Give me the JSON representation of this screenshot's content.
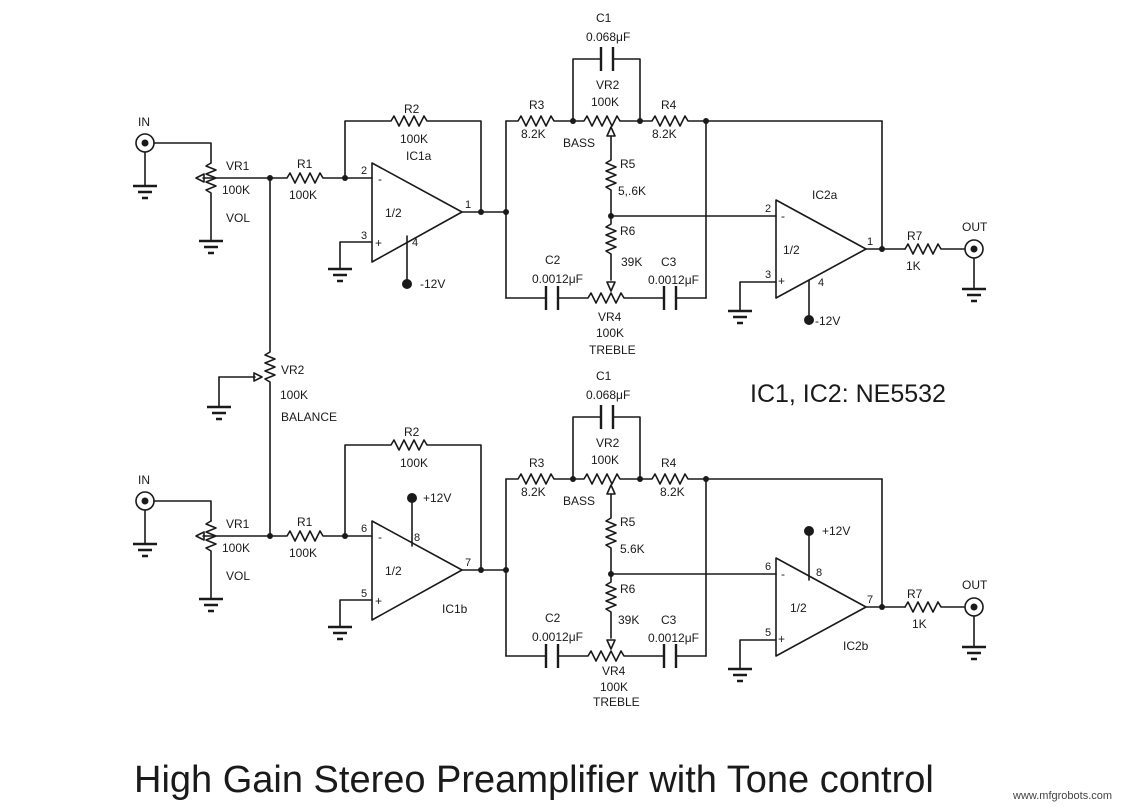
{
  "title": "High Gain Stereo Preamplifier with Tone control",
  "ic_note": "IC1, IC2: NE5532",
  "watermark": "www.mfgrobots.com",
  "channels": [
    {
      "in_label": "IN",
      "out_label": "OUT",
      "vol": {
        "ref": "VR1",
        "value": "100K",
        "name": "VOL"
      },
      "r1": {
        "ref": "R1",
        "value": "100K"
      },
      "r2": {
        "ref": "R2",
        "value": "100K"
      },
      "op1": {
        "ref": "IC1a",
        "half": "1/2",
        "inv_pin": "2",
        "noninv_pin": "3",
        "out_pin": "1",
        "supply_pin": "4",
        "supply": "-12V"
      },
      "r3": {
        "ref": "R3",
        "value": "8.2K"
      },
      "c1": {
        "ref": "C1",
        "value": "0.068μF"
      },
      "bass": {
        "ref": "VR2",
        "value": "100K",
        "name": "BASS"
      },
      "r4": {
        "ref": "R4",
        "value": "8.2K"
      },
      "r5": {
        "ref": "R5",
        "value": "5,.6K"
      },
      "r6": {
        "ref": "R6",
        "value": "39K"
      },
      "c2": {
        "ref": "C2",
        "value": "0.0012μF"
      },
      "c3": {
        "ref": "C3",
        "value": "0.0012μF"
      },
      "treble": {
        "ref": "VR4",
        "value": "100K",
        "name": "TREBLE"
      },
      "op2": {
        "ref": "IC2a",
        "half": "1/2",
        "inv_pin": "2",
        "noninv_pin": "3",
        "out_pin": "1",
        "supply_pin": "4",
        "supply": "-12V"
      },
      "r7": {
        "ref": "R7",
        "value": "1K"
      }
    },
    {
      "in_label": "IN",
      "out_label": "OUT",
      "vol": {
        "ref": "VR1",
        "value": "100K",
        "name": "VOL"
      },
      "r1": {
        "ref": "R1",
        "value": "100K"
      },
      "r2": {
        "ref": "R2",
        "value": "100K"
      },
      "op1": {
        "ref": "IC1b",
        "half": "1/2",
        "inv_pin": "6",
        "noninv_pin": "5",
        "out_pin": "7",
        "supply_pin": "8",
        "supply": "+12V"
      },
      "r3": {
        "ref": "R3",
        "value": "8.2K"
      },
      "c1": {
        "ref": "C1",
        "value": "0.068μF"
      },
      "bass": {
        "ref": "VR2",
        "value": "100K",
        "name": "BASS"
      },
      "r4": {
        "ref": "R4",
        "value": "8.2K"
      },
      "r5": {
        "ref": "R5",
        "value": "5.6K"
      },
      "r6": {
        "ref": "R6",
        "value": "39K"
      },
      "c2": {
        "ref": "C2",
        "value": "0.0012μF"
      },
      "c3": {
        "ref": "C3",
        "value": "0.0012μF"
      },
      "treble": {
        "ref": "VR4",
        "value": "100K",
        "name": "TREBLE"
      },
      "op2": {
        "ref": "IC2b",
        "half": "1/2",
        "inv_pin": "6",
        "noninv_pin": "5",
        "out_pin": "7",
        "supply_pin": "8",
        "supply": "+12V"
      },
      "r7": {
        "ref": "R7",
        "value": "1K"
      }
    }
  ],
  "balance": {
    "ref": "VR2",
    "value": "100K",
    "name": "BALANCE"
  },
  "op_labels": {
    "minus": "-",
    "plus": "+"
  }
}
